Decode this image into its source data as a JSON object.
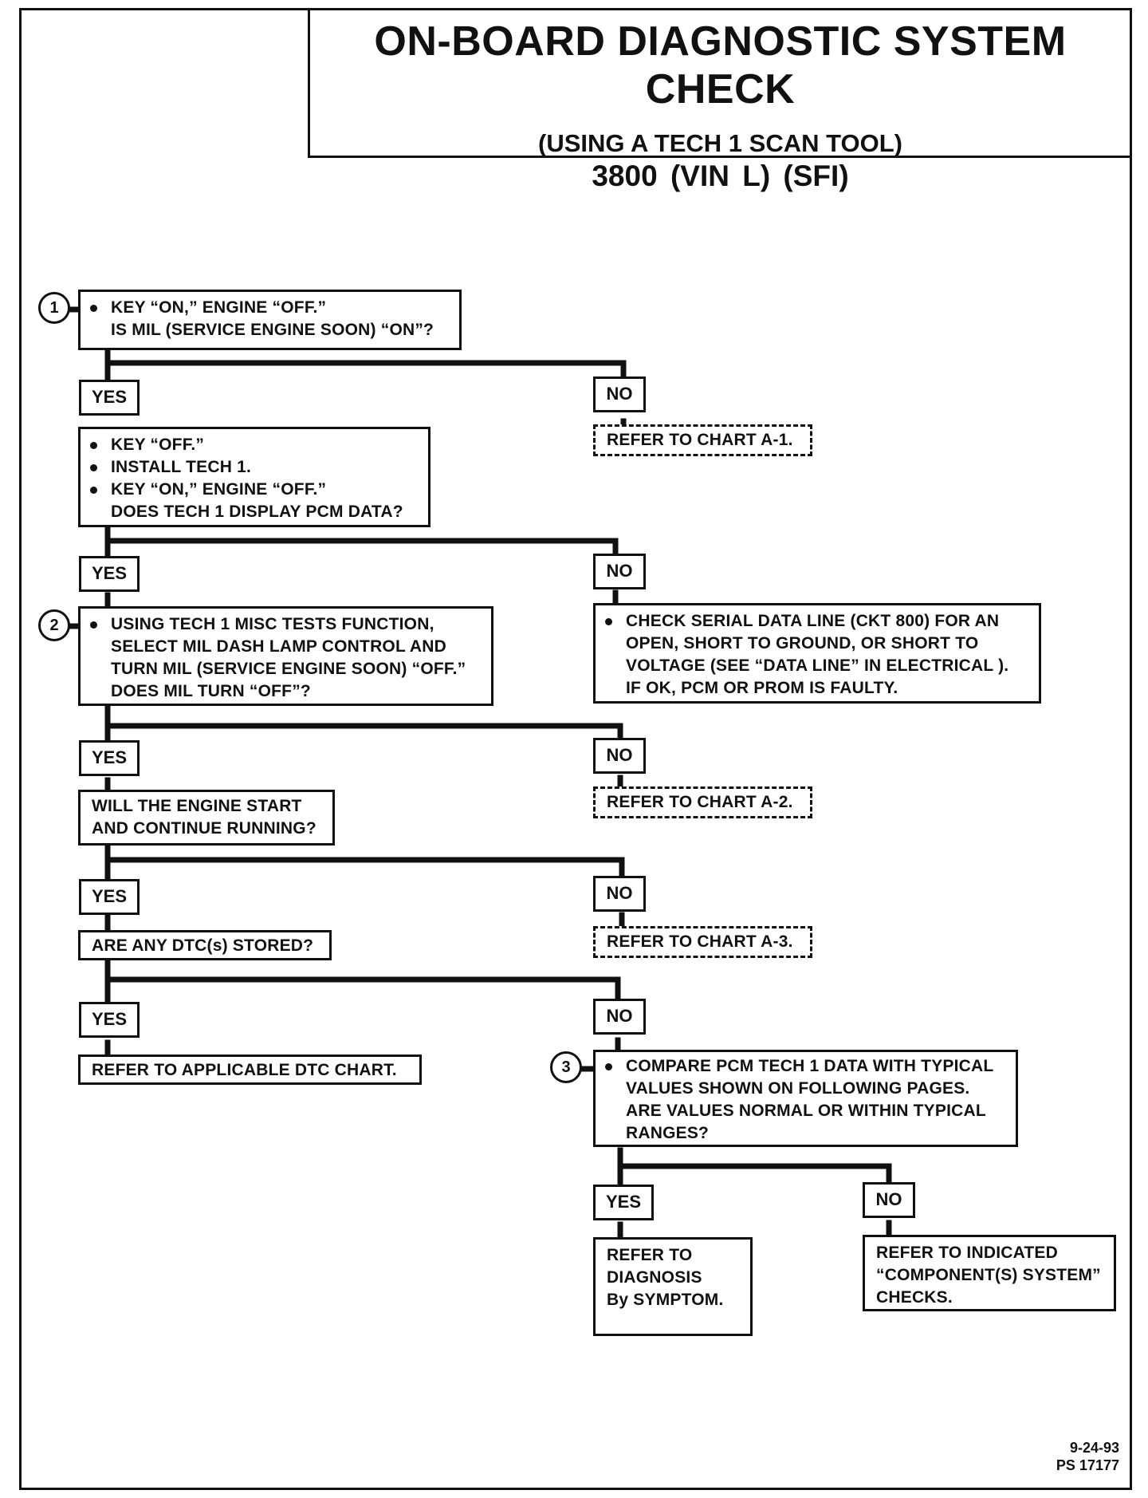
{
  "title": {
    "main": "ON-BOARD DIAGNOSTIC SYSTEM CHECK",
    "sub": "(USING A TECH 1 SCAN TOOL)",
    "engine": "3800  (VIN L)  (SFI)"
  },
  "steps": {
    "s1": "1",
    "s2": "2",
    "s3": "3"
  },
  "labels": {
    "yes": "YES",
    "no": "NO"
  },
  "boxes": {
    "b1": [
      "KEY “ON,” ENGINE “OFF.”",
      "IS MIL (SERVICE ENGINE SOON) “ON”?"
    ],
    "b1_no": "REFER TO CHART A-1.",
    "b2": [
      "KEY “OFF.”",
      "INSTALL TECH 1.",
      "KEY “ON,” ENGINE “OFF.”",
      "DOES TECH 1 DISPLAY PCM DATA?"
    ],
    "b2_no": [
      "CHECK SERIAL DATA LINE (CKT 800) FOR AN",
      "OPEN, SHORT TO GROUND, OR SHORT TO",
      "VOLTAGE (SEE “DATA LINE” IN ELECTRICAL ).",
      "IF OK, PCM OR PROM IS FAULTY."
    ],
    "b3": [
      "USING TECH 1 MISC TESTS FUNCTION,",
      "SELECT MIL DASH LAMP CONTROL AND",
      "TURN MIL (SERVICE ENGINE SOON) “OFF.”",
      "DOES MIL TURN “OFF”?"
    ],
    "b3_no": "REFER TO CHART A-2.",
    "b4": [
      "WILL THE ENGINE START",
      "AND CONTINUE RUNNING?"
    ],
    "b4_no": "REFER TO CHART A-3.",
    "b5": "ARE ANY DTC(s) STORED?",
    "b5_yes": "REFER TO APPLICABLE DTC CHART.",
    "b6": [
      "COMPARE PCM TECH 1 DATA WITH TYPICAL",
      "VALUES SHOWN ON FOLLOWING PAGES.",
      "ARE VALUES NORMAL OR WITHIN TYPICAL",
      "RANGES?"
    ],
    "b6_yes": [
      "REFER TO",
      "DIAGNOSIS",
      "By SYMPTOM."
    ],
    "b6_no": [
      "REFER TO INDICATED",
      "“COMPONENT(S) SYSTEM”",
      "CHECKS."
    ]
  },
  "footer": {
    "date": "9-24-93",
    "code": "PS 17177"
  }
}
